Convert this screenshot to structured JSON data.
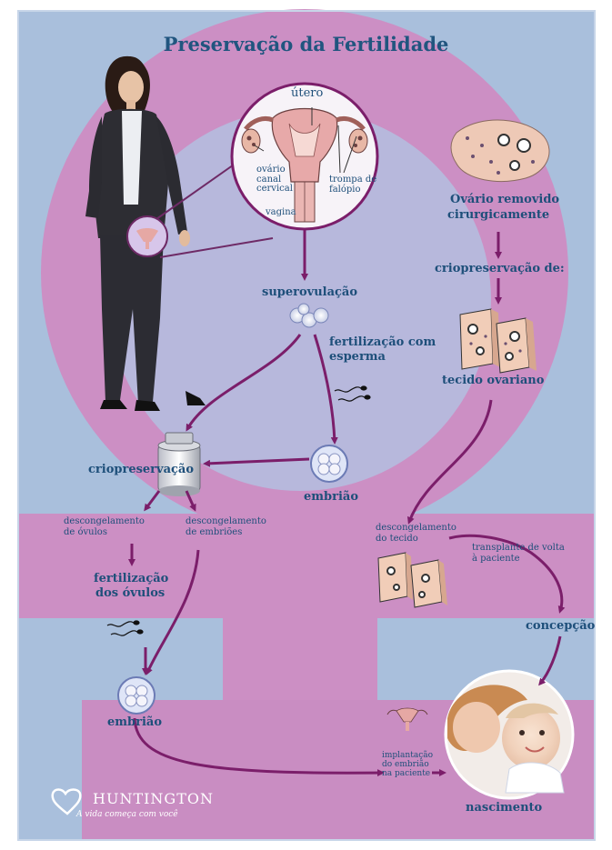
{
  "title": "Preservação da Fertilidade",
  "anatomy": {
    "utero": "útero",
    "ovario": "ovário",
    "canal_line1": "canal",
    "canal_line2": "cervical",
    "trompa_line1": "trompa de",
    "trompa_line2": "falópio",
    "vagina": "vagina"
  },
  "left_path": {
    "superovulacao": "superovulação",
    "fertilizacao_line1": "fertilização com",
    "fertilizacao_line2": "esperma",
    "embriao": "embrião",
    "criopreservacao": "criopreservação",
    "desc_ovulos_line1": "descongelamento",
    "desc_ovulos_line2": "de óvulos",
    "desc_embrioes_line1": "descongelamento",
    "desc_embrioes_line2": "de embriões",
    "fert_ovulos_line1": "fertilização",
    "fert_ovulos_line2": "dos óvulos",
    "embriao_bottom": "embrião"
  },
  "right_path": {
    "ovario_removido_line1": "Ovário removido",
    "ovario_removido_line2": "cirurgicamente",
    "criopreservacao_de": "criopreservação de:",
    "tecido_ovariano": "tecido ovariano",
    "desc_tecido_line1": "descongelamento",
    "desc_tecido_line2": "do tecido",
    "transplante_line1": "transplante de volta",
    "transplante_line2": "à paciente",
    "concepcao": "concepção"
  },
  "bottom": {
    "implantacao_line1": "implantação",
    "implantacao_line2": "do embrião",
    "implantacao_line3": "na paciente",
    "nascimento": "nascimento"
  },
  "brand": {
    "name": "HUNTINGTON",
    "slogan": "A vida começa com você"
  },
  "colors": {
    "background_blue": "#a9bfdc",
    "pink": "#cc8fc4",
    "arrow": "#7b1e6a",
    "text": "#1e4f7a"
  }
}
